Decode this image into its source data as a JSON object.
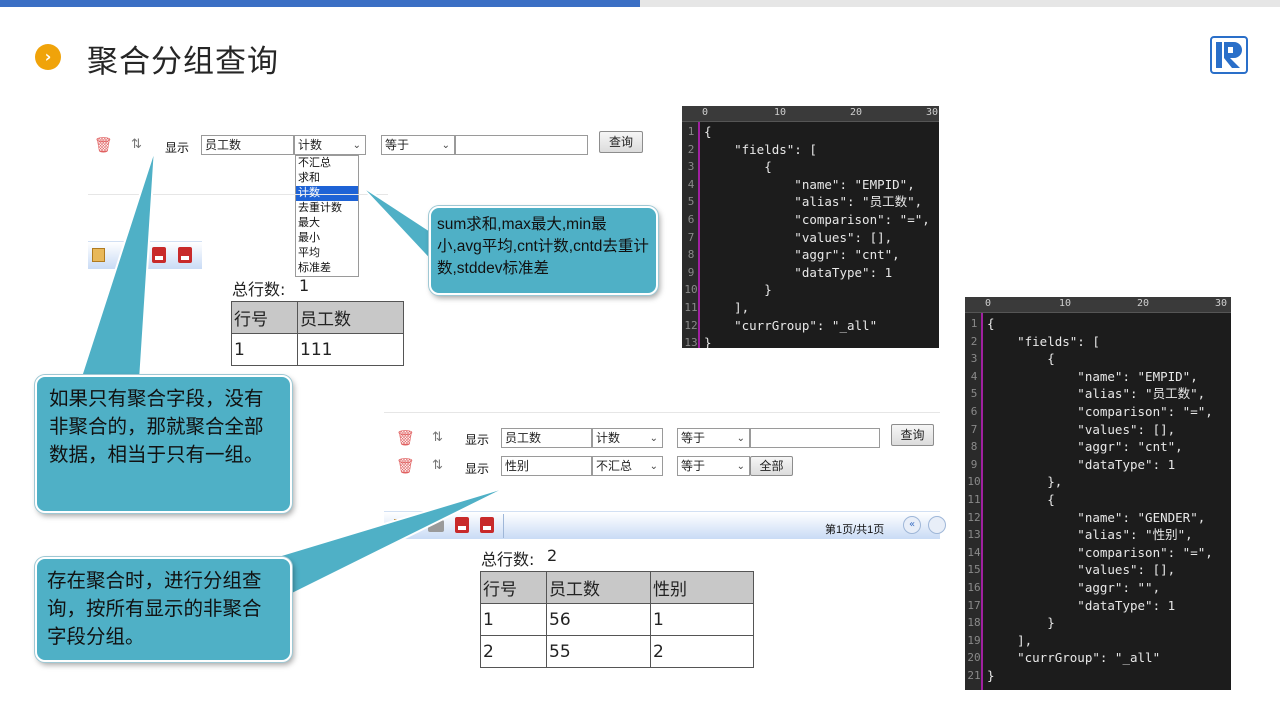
{
  "page": {
    "title": "聚合分组查询",
    "bullet": "›"
  },
  "query1": {
    "display_label": "显示",
    "field_value": "员工数",
    "aggr_selected": "计数",
    "comparison": "等于",
    "value_input": "",
    "query_button": "查询",
    "aggr_options": [
      "不汇总",
      "求和",
      "计数",
      "去重计数",
      "最大",
      "最小",
      "平均",
      "标准差"
    ],
    "total_label": "总行数:",
    "total_value": "1",
    "table": {
      "headers": [
        "行号",
        "员工数"
      ],
      "rows": [
        [
          "1",
          "111"
        ]
      ]
    }
  },
  "query2": {
    "row1": {
      "display_label": "显示",
      "field_value": "员工数",
      "aggr_selected": "计数",
      "comparison": "等于",
      "value_input": "",
      "query_button": "查询"
    },
    "row2": {
      "display_label": "显示",
      "field_value": "性别",
      "aggr_selected": "不汇总",
      "comparison": "等于",
      "all_button": "全部"
    },
    "pager": "第1页/共1页",
    "total_label": "总行数:",
    "total_value": "2",
    "table": {
      "headers": [
        "行号",
        "员工数",
        "性别"
      ],
      "rows": [
        [
          "1",
          "56",
          "1"
        ],
        [
          "2",
          "55",
          "2"
        ]
      ]
    }
  },
  "callouts": {
    "aggr_functions": "sum求和,max最大,min最小,avg平均,cnt计数,cntd去重计数,stddev标准差",
    "only_aggr": "如果只有聚合字段，没有非聚合的，那就聚合全部数据，相当于只有一组。",
    "group_by": "存在聚合时，进行分组查询，按所有显示的非聚合字段分组。"
  },
  "code1": {
    "ruler": [
      "0",
      "10",
      "20",
      "30"
    ],
    "lines": [
      "{",
      "    \"fields\": [",
      "        {",
      "            \"name\": \"EMPID\",",
      "            \"alias\": \"员工数\",",
      "            \"comparison\": \"=\",",
      "            \"values\": [],",
      "            \"aggr\": \"cnt\",",
      "            \"dataType\": 1",
      "        }",
      "    ],",
      "    \"currGroup\": \"_all\"",
      "}"
    ]
  },
  "code2": {
    "ruler": [
      "0",
      "10",
      "20",
      "30"
    ],
    "lines": [
      "{",
      "    \"fields\": [",
      "        {",
      "            \"name\": \"EMPID\",",
      "            \"alias\": \"员工数\",",
      "            \"comparison\": \"=\",",
      "            \"values\": [],",
      "            \"aggr\": \"cnt\",",
      "            \"dataType\": 1",
      "        },",
      "        {",
      "            \"name\": \"GENDER\",",
      "            \"alias\": \"性别\",",
      "            \"comparison\": \"=\",",
      "            \"values\": [],",
      "            \"aggr\": \"\",",
      "            \"dataType\": 1",
      "        }",
      "    ],",
      "    \"currGroup\": \"_all\"",
      "}"
    ]
  },
  "colors": {
    "accent_blue": "#3b6fc4",
    "bullet_orange": "#f0a30a",
    "callout_teal": "#4fb0c6",
    "selected_option": "#1e63d6"
  }
}
